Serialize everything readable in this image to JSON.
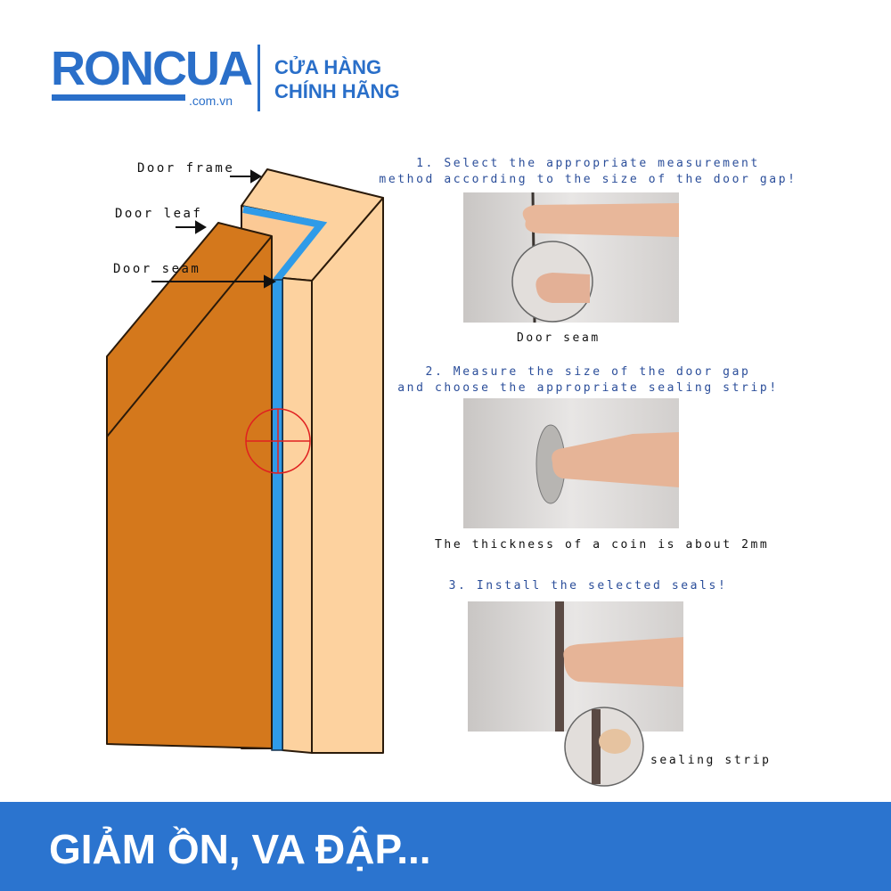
{
  "brand": {
    "name": "RONCUA",
    "domain": ".com.vn",
    "tagline_1": "CỬA HÀNG",
    "tagline_2": "CHÍNH HÃNG",
    "color": "#2a6fc9"
  },
  "diagram": {
    "labels": {
      "door_frame": "Door frame",
      "door_leaf": "Door leaf",
      "door_seam": "Door seam"
    },
    "colors": {
      "frame": "#fdd29f",
      "leaf": "#d4781c",
      "seal": "#2f9be8",
      "marker": "#e02020"
    }
  },
  "steps": [
    {
      "title_1": "1. Select the appropriate measurement",
      "title_2": "method according to the size of the door gap!",
      "caption": "Door seam"
    },
    {
      "title_1": "2. Measure the size of the door gap",
      "title_2": "and choose the appropriate sealing strip!",
      "caption": "The thickness of a coin is about 2mm"
    },
    {
      "title_1": "3. Install the selected seals!",
      "title_2": "",
      "caption": "sealing strip"
    }
  ],
  "banner": {
    "text": "GIẢM ỒN, VA ĐẬP...",
    "color": "#2b74cf"
  }
}
